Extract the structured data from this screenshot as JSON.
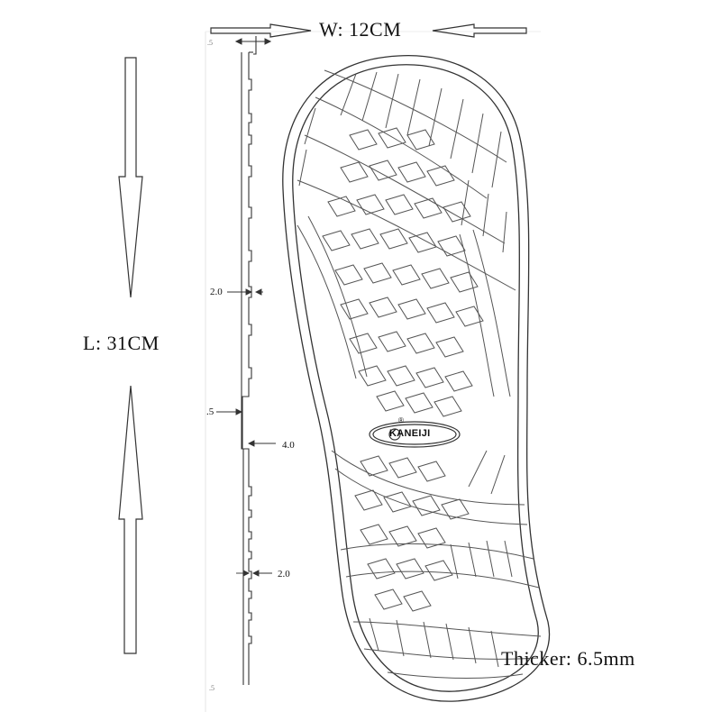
{
  "dimensions": {
    "width": "W: 12CM",
    "length": "L: 31CM",
    "thickness": "Thicker: 6.5mm"
  },
  "profile_marks": {
    "groove_top": "2.0",
    "groove_mid": ".5",
    "step": "4.0",
    "groove_bottom": "2.0",
    "top_tiny": ".5",
    "bottom_tiny": ".5"
  },
  "brand": {
    "name": "KANEIJI",
    "registered": "®"
  },
  "colors": {
    "line": "#333333",
    "text": "#111111",
    "background": "#ffffff"
  }
}
